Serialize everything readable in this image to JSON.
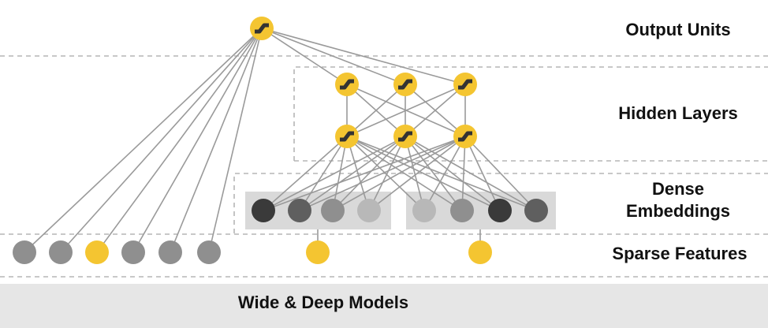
{
  "labels": {
    "output_units": "Output Units",
    "hidden_layers": "Hidden Layers",
    "dense_embeddings_line1": "Dense",
    "dense_embeddings_line2": "Embeddings",
    "sparse_features": "Sparse Features"
  },
  "footer": {
    "title": "Wide & Deep Models"
  },
  "colors": {
    "active_unit": "#f4c531",
    "dark_unit": "#3a3a3a",
    "mid_dark_unit": "#5f5f5f",
    "mid_unit": "#8f8f8f",
    "light_unit": "#b8b8b8",
    "connection": "#9a9a9a",
    "embedding_box": "#d9d9d9",
    "divider": "#b5b5b5",
    "activation_stroke": "#333333"
  },
  "sparse_features": {
    "wide_units": [
      "gray",
      "gray",
      "yellow",
      "gray",
      "gray",
      "gray"
    ],
    "deep_units": [
      "yellow",
      "yellow"
    ]
  },
  "dense_embeddings": {
    "groups": [
      [
        "dark",
        "mid-dark",
        "mid",
        "light"
      ],
      [
        "light",
        "mid",
        "dark",
        "mid-dark"
      ]
    ]
  },
  "hidden_layers": {
    "layer_count": 2,
    "units_per_layer": 3
  },
  "output_units": {
    "count": 1
  }
}
